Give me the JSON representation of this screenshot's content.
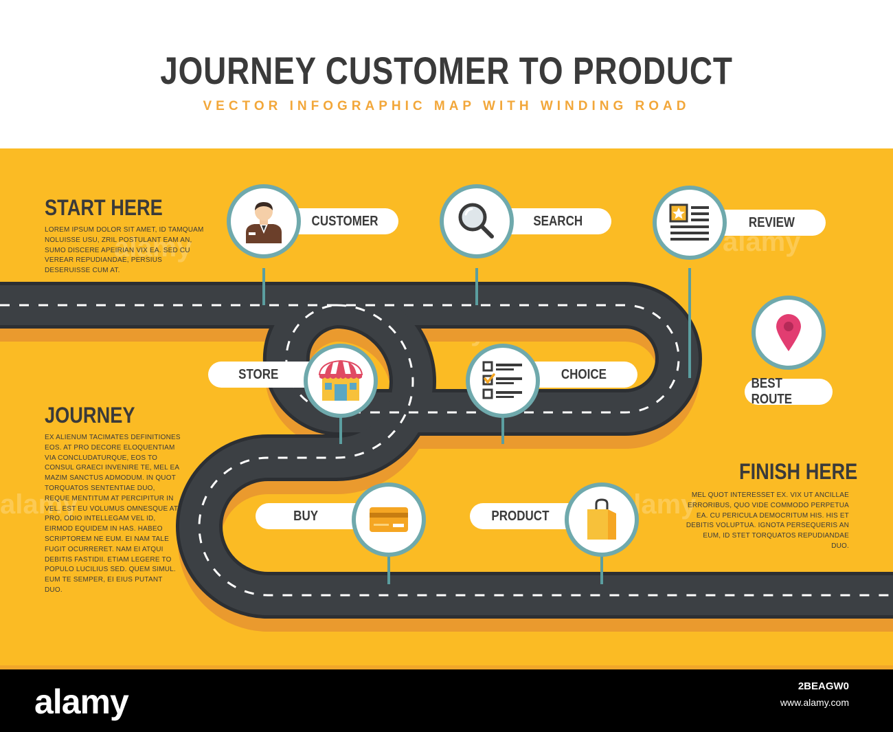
{
  "header": {
    "title": "JOURNEY CUSTOMER TO PRODUCT",
    "subtitle": "VECTOR INFOGRAPHIC MAP WITH WINDING ROAD"
  },
  "sections": {
    "start": {
      "heading": "START HERE",
      "text": "LOREM IPSUM DOLOR SIT AMET, ID TAMQUAM NOLUISSE USU, ZRIL POSTULANT EAM AN, SUMO DISCERE APEIRIAN VIX EA. SED CU VEREAR REPUDIANDAE, PERSIUS DESERUISSE CUM AT."
    },
    "journey": {
      "heading": "JOURNEY",
      "text": "EX ALIENUM TACIMATES DEFINITIONES EOS. AT PRO DECORE ELOQUENTIAM VIA CONCLUDATURQUE, EOS TO CONSUL GRAECI INVENIRE TE, MEL EA MAZIM SANCTUS ADMODUM. IN QUOT TORQUATOS SENTENTIAE DUO, REQUE MENTITUM AT PERCIPITUR IN VEL. EST EU VOLUMUS OMNESQUE AT PRO, ODIO INTELLEGAM VEL ID, EIRMOD EQUIDEM IN HAS. HABEO SCRIPTOREM NE EUM. EI NAM TALE FUGIT OCURRERET. NAM EI ATQUI DEBITIS FASTIDII. ETIAM LEGERE TO POPULO LUCILIUS SED. QUEM SIMUL. EUM TE SEMPER, EI EIUS PUTANT DUO."
    },
    "finish": {
      "heading": "FINISH HERE",
      "text": "MEL QUOT INTERESSET EX. VIX UT ANCILLAE ERRORIBUS, QUO VIDE COMMODO PERPETUA EA. CU PERICULA DEMOCRITUM HIS. HIS ET DEBITIS VOLUPTUA. IGNOTA PERSEQUERIS AN EUM, ID STET TORQUATOS REPUDIANDAE DUO."
    }
  },
  "steps": {
    "customer": {
      "label": "CUSTOMER",
      "icon": "customer-avatar-icon"
    },
    "search": {
      "label": "SEARCH",
      "icon": "magnifier-icon"
    },
    "review": {
      "label": "REVIEW",
      "icon": "review-document-icon"
    },
    "store": {
      "label": "STORE",
      "icon": "store-awning-icon"
    },
    "choice": {
      "label": "CHOICE",
      "icon": "checklist-icon"
    },
    "best_route": {
      "label": "BEST ROUTE",
      "icon": "map-pin-icon"
    },
    "buy": {
      "label": "BUY",
      "icon": "credit-card-icon"
    },
    "product": {
      "label": "PRODUCT",
      "icon": "shopping-bag-icon"
    }
  },
  "footer": {
    "logo": "alamy",
    "image_code": "2BEAGW0",
    "url": "www.alamy.com"
  },
  "watermark": "alamy",
  "colors": {
    "background": "#fbbb24",
    "road": "#3c4044",
    "road_edge": "#2c2f33",
    "road_shadow": "#ea9a2e",
    "circle_border": "#6fa9ac",
    "title": "#3a3a3a",
    "subtitle": "#f2a73a",
    "pin": "#e23d71"
  }
}
